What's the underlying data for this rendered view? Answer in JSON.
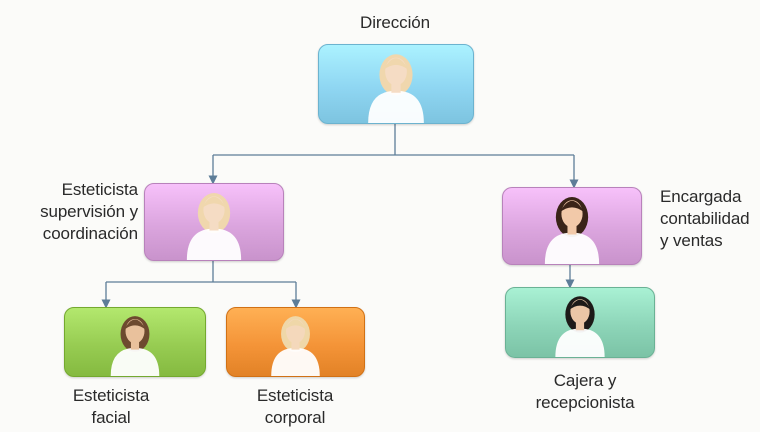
{
  "diagram": {
    "nodes": [
      {
        "id": "direccion",
        "lines": [
          "Dirección"
        ],
        "color": "#8fd6f2",
        "hair": "#f0d7ad",
        "skin": "#f5dcc4"
      },
      {
        "id": "supervision",
        "lines": [
          "Esteticista",
          "supervisión y",
          "coordinación"
        ],
        "color": "#dba5de",
        "hair": "#f0d7ad",
        "skin": "#f5dcc4"
      },
      {
        "id": "contabilidad",
        "lines": [
          "Encargada",
          "contabilidad",
          "y ventas"
        ],
        "color": "#dba5de",
        "hair": "#3a2418",
        "skin": "#f2c9a9"
      },
      {
        "id": "facial",
        "lines": [
          "Esteticista",
          "facial"
        ],
        "color": "#97cc52",
        "hair": "#6d4a2f",
        "skin": "#e9c19c"
      },
      {
        "id": "corporal",
        "lines": [
          "Esteticista",
          "corporal"
        ],
        "color": "#f49438",
        "hair": "#efd7a8",
        "skin": "#f4d8bb"
      },
      {
        "id": "recepcion",
        "lines": [
          "Cajera y",
          "recepcionista"
        ],
        "color": "#8dd5b8",
        "hair": "#1d1a18",
        "skin": "#ebc6a6"
      }
    ],
    "connector_color": "#5d7d98"
  }
}
